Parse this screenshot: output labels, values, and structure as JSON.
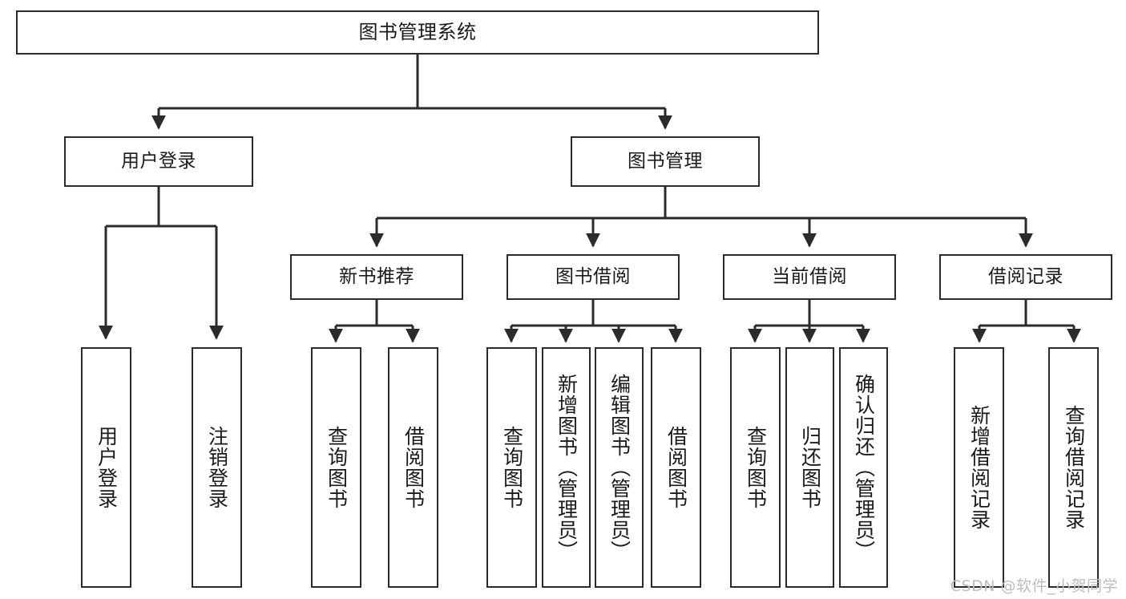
{
  "diagram": {
    "type": "tree-hierarchy",
    "title": "图书管理系统",
    "watermark": "CSDN @软件_小贺同学",
    "colors": {
      "stroke": "#2b2b2b",
      "fill": "#ffffff",
      "text": "#1a1a1a",
      "watermark": "#bdbdbd"
    },
    "nodes": {
      "root": {
        "label": "图书管理系统",
        "level": 1
      },
      "level2": [
        {
          "id": "user-login",
          "label": "用户登录"
        },
        {
          "id": "book-manage",
          "label": "图书管理"
        }
      ],
      "level3": [
        {
          "id": "new-book-recommend",
          "label": "新书推荐",
          "parent": "book-manage"
        },
        {
          "id": "book-borrow",
          "label": "图书借阅",
          "parent": "book-manage"
        },
        {
          "id": "current-borrow",
          "label": "当前借阅",
          "parent": "book-manage"
        },
        {
          "id": "borrow-record",
          "label": "借阅记录",
          "parent": "book-manage"
        }
      ],
      "leaves": [
        {
          "id": "leaf-user-login",
          "label": "用户登录",
          "parent": "user-login"
        },
        {
          "id": "leaf-logout-login",
          "label": "注销登录",
          "parent": "user-login"
        },
        {
          "id": "leaf-query-book-1",
          "label": "查询图书",
          "parent": "new-book-recommend"
        },
        {
          "id": "leaf-borrow-book-1",
          "label": "借阅图书",
          "parent": "new-book-recommend"
        },
        {
          "id": "leaf-query-book-2",
          "label": "查询图书",
          "parent": "book-borrow"
        },
        {
          "id": "leaf-add-book",
          "label": "新增图书（管理员）",
          "parent": "book-borrow"
        },
        {
          "id": "leaf-edit-book",
          "label": "编辑图书（管理员）",
          "parent": "book-borrow"
        },
        {
          "id": "leaf-borrow-book-2",
          "label": "借阅图书",
          "parent": "book-borrow"
        },
        {
          "id": "leaf-query-book-3",
          "label": "查询图书",
          "parent": "current-borrow"
        },
        {
          "id": "leaf-return-book",
          "label": "归还图书",
          "parent": "current-borrow"
        },
        {
          "id": "leaf-confirm-return",
          "label": "确认归还（管理员）",
          "parent": "current-borrow"
        },
        {
          "id": "leaf-add-record",
          "label": "新增借阅记录",
          "parent": "borrow-record"
        },
        {
          "id": "leaf-query-record",
          "label": "查询借阅记录",
          "parent": "borrow-record"
        }
      ]
    }
  }
}
